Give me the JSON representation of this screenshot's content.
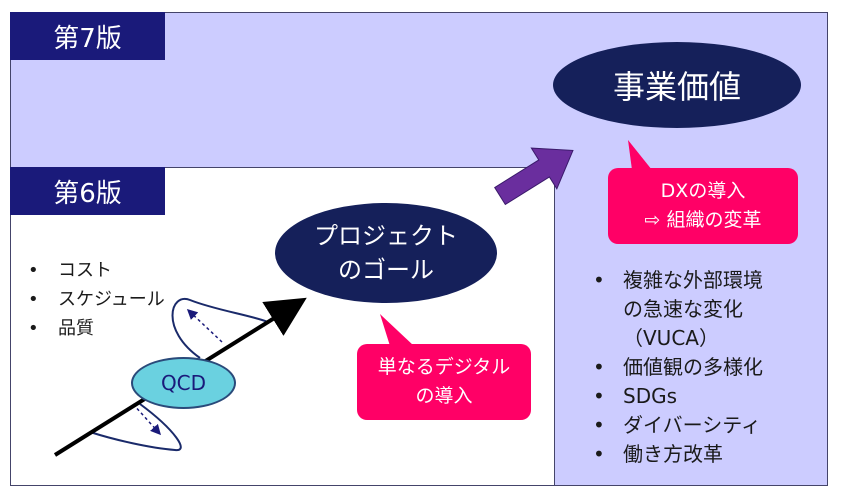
{
  "v7": {
    "label": "第7版"
  },
  "v6": {
    "label": "第6版"
  },
  "business_value": "事業価値",
  "project_goal": {
    "line1": "プロジェクト",
    "line2": "のゴール"
  },
  "qcd": "QCD",
  "callout_dx": {
    "line1": "DXの導入",
    "line2": "⇨ 組織の変革"
  },
  "callout_digital": {
    "line1": "単なるデジタル",
    "line2": "の導入"
  },
  "v6_items": [
    "コスト",
    "スケジュール",
    "品質"
  ],
  "v7_items": [
    {
      "text": "複雑な外部環境"
    },
    {
      "text": "の急速な変化",
      "cont": true
    },
    {
      "text": "（VUCA）",
      "cont": true
    },
    {
      "text": "価値観の多様化"
    },
    {
      "text": "SDGs"
    },
    {
      "text": "ダイバーシティ"
    },
    {
      "text": "働き方改革"
    }
  ],
  "colors": {
    "panel7": "#ccccff",
    "tag": "#1a1a7a",
    "ellipse": "#15205a",
    "callout": "#ff0066",
    "arrow": "#6a2e9e",
    "qcd": "#6ad1e0"
  }
}
